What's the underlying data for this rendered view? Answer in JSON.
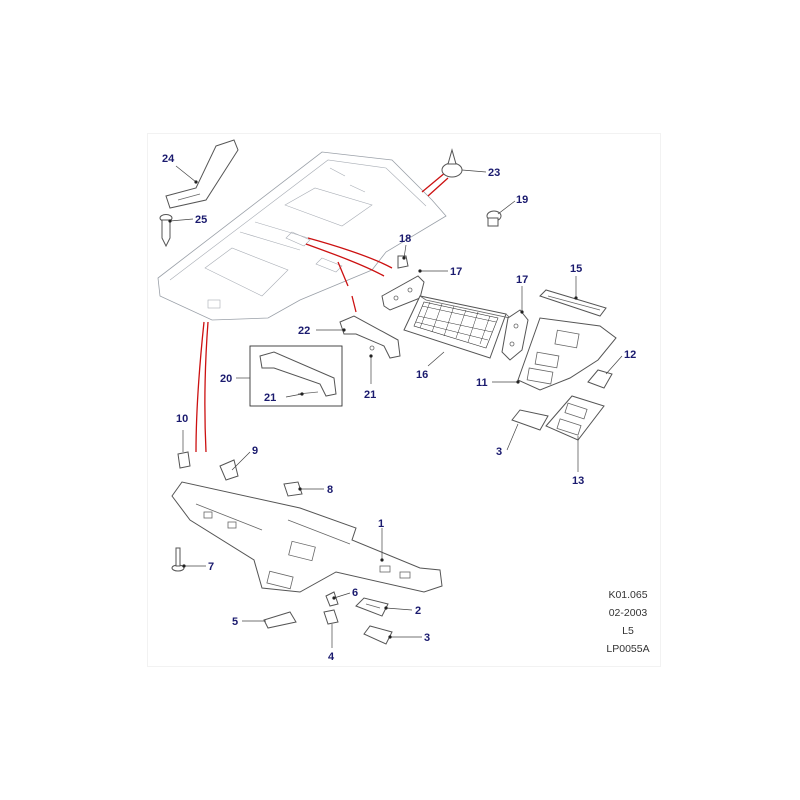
{
  "callouts": {
    "c1": "1",
    "c2": "2",
    "c3a": "3",
    "c3b": "3",
    "c4": "4",
    "c5": "5",
    "c6": "6",
    "c7": "7",
    "c8": "8",
    "c9": "9",
    "c10": "10",
    "c11": "11",
    "c12": "12",
    "c13": "13",
    "c15": "15",
    "c16": "16",
    "c17a": "17",
    "c17b": "17",
    "c18": "18",
    "c19": "19",
    "c20": "20",
    "c21a": "21",
    "c21b": "21",
    "c22": "22",
    "c23": "23",
    "c24": "24",
    "c25": "25"
  },
  "meta": {
    "ref": "K01.065",
    "date": "02-2003",
    "model": "L5",
    "code": "LP0055A"
  },
  "colors": {
    "callout": "#1a1a6e",
    "routing_line": "#cc1111"
  }
}
